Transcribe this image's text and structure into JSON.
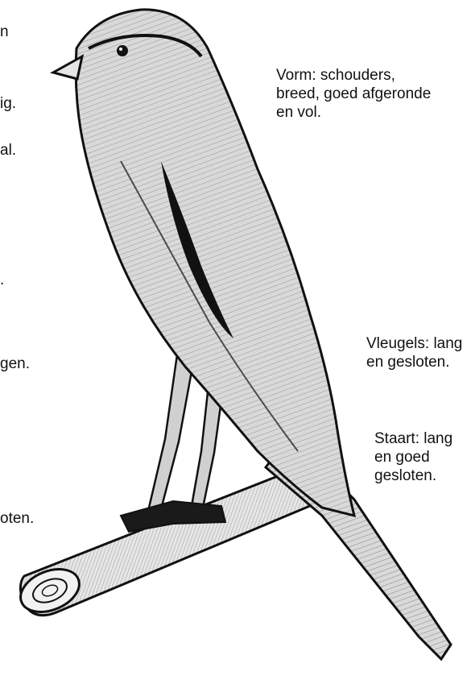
{
  "annotations": {
    "left": [
      {
        "id": "l1",
        "text": "n"
      },
      {
        "id": "l2",
        "text": "ig."
      },
      {
        "id": "l3",
        "text": "al."
      },
      {
        "id": "l4",
        "text": "."
      },
      {
        "id": "l5",
        "text": "gen."
      },
      {
        "id": "l6",
        "text": "oten."
      }
    ],
    "vorm": "Vorm: schouders,\nbreed, goed afgeronde\nen vol.",
    "vleugels": "Vleugels: lang\nen gesloten.",
    "staart": "Staart: lang\nen goed\ngesloten."
  },
  "colors": {
    "ink": "#111111",
    "body_fill": "#d9d9d9",
    "background": "#ffffff"
  }
}
